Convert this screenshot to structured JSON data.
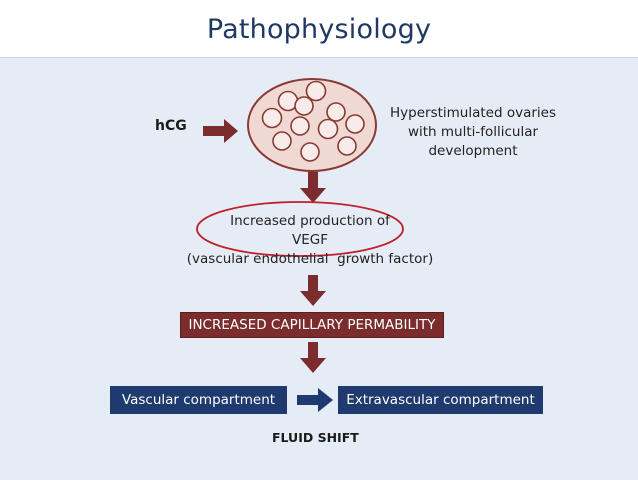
{
  "slide": {
    "title": "Pathophysiology"
  },
  "diagram": {
    "trigger_label": "hCG",
    "ovary_caption_lines": [
      "Hyperstimulated ovaries",
      "with multi-follicular",
      "development"
    ],
    "vegf_lines": [
      "Increased production of",
      "VEGF",
      "(vascular endothelial  growth factor)"
    ],
    "permeability_label": "INCREASED CAPILLARY PERMABILITY",
    "vascular_label": "Vascular compartment",
    "extravascular_label": "Extravascular compartment",
    "result_label": "FLUID SHIFT"
  },
  "colors": {
    "title": "#1f3864",
    "panel_background": "#e6ecf6",
    "arrow_maroon": "#7b2c2c",
    "ovary_fill": "#f1d9d3",
    "highlight_ellipse": "#c0202a",
    "compartment_box": "#1f3a6e"
  },
  "icons": {
    "ovary": "ovary-with-follicles-icon",
    "arrow_right": "arrow-right-icon",
    "arrow_down": "arrow-down-icon"
  }
}
